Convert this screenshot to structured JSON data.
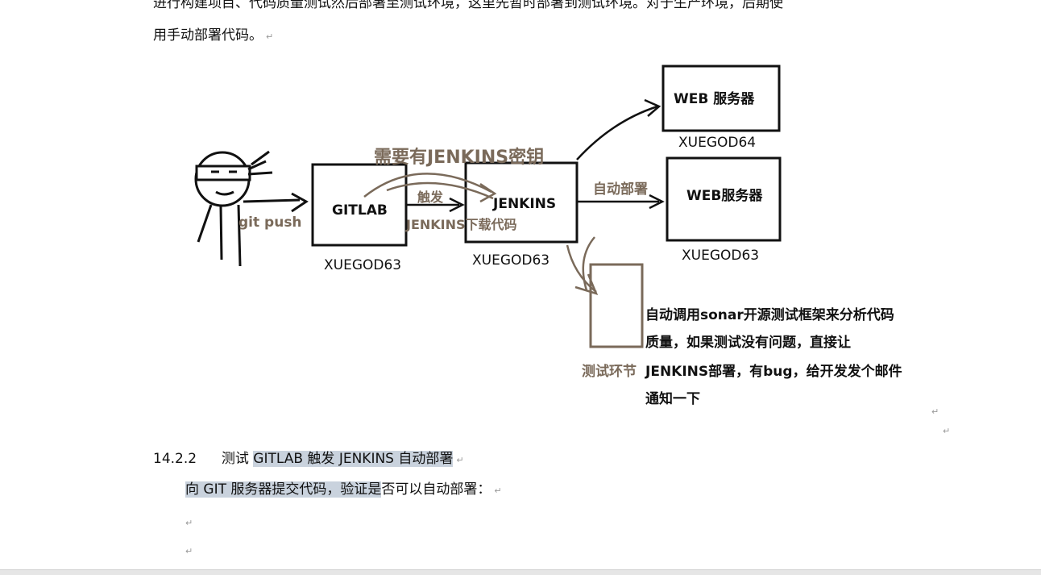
{
  "doc": {
    "intro_line1": "进行构建项目、代码质量测试然后部署至测试环境，这里先暂时部署到测试环境。对于生产环境，后期使",
    "intro_line2": "用手动部署代码。",
    "para_mark": "↵"
  },
  "diagram": {
    "person_action": "git push",
    "gitlab_label": "GITLAB",
    "gitlab_host": "XUEGOD63",
    "jenkins_label": "JENKINS",
    "jenkins_host": "XUEGOD63",
    "key_note": "需要有JENKINS密钥",
    "trigger_label": "触发",
    "download_label": "JENKINS下载代码",
    "deploy_label": "自动部署",
    "web1_label": "WEB 服务器",
    "web1_host": "XUEGOD64",
    "web2_label": "WEB服务器",
    "web2_host": "XUEGOD63",
    "test_label": "测试环节",
    "test_desc_line1": "自动调用sonar开源测试框架来分析代码",
    "test_desc_line2": "质量，如果测试没有问题，直接让",
    "test_desc_line3": "JENKINS部署，有bug，给开发发个邮件",
    "test_desc_line4": "通知一下"
  },
  "section": {
    "number": "14.2.2",
    "title_prefix": "测试 ",
    "title_highlight": "GITLAB 触发 JENKINS 自动部署",
    "body_highlight": "向 GIT 服务器提交代码，验证是",
    "body_rest": "否可以自动部署："
  },
  "colors": {
    "text": "#111111",
    "annotation_brown": "#7a6a5a",
    "selection": "#c9d2dd"
  }
}
